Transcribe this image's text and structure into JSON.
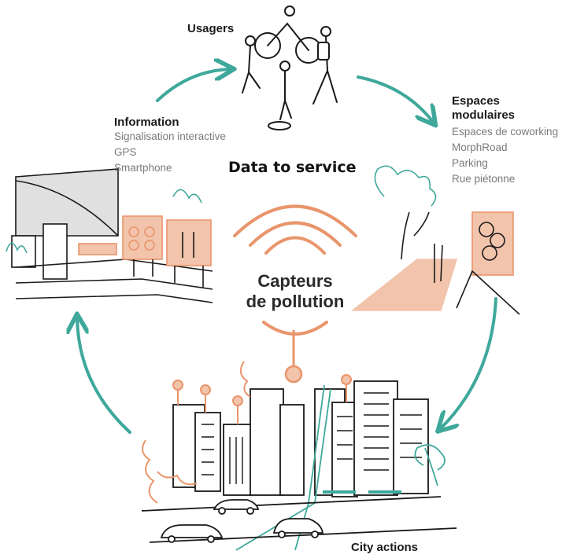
{
  "title": "Data to service",
  "center": {
    "line1": "Capteurs",
    "line2": "de pollution"
  },
  "usagers": {
    "heading": "Usagers"
  },
  "information": {
    "heading": "Information",
    "items": [
      "Signalisation interactive",
      "GPS",
      "Smartphone"
    ]
  },
  "espaces": {
    "heading_line1": "Espaces",
    "heading_line2": "modulaires",
    "items": [
      "Espaces de coworking",
      "MorphRoad",
      "Parking",
      "Rue piétonne"
    ]
  },
  "city": {
    "label": "City actions"
  },
  "colors": {
    "teal": "#3ea89b",
    "orange": "#e9956b",
    "peach": "#f2c4ab",
    "ink": "#1a1a1a"
  }
}
